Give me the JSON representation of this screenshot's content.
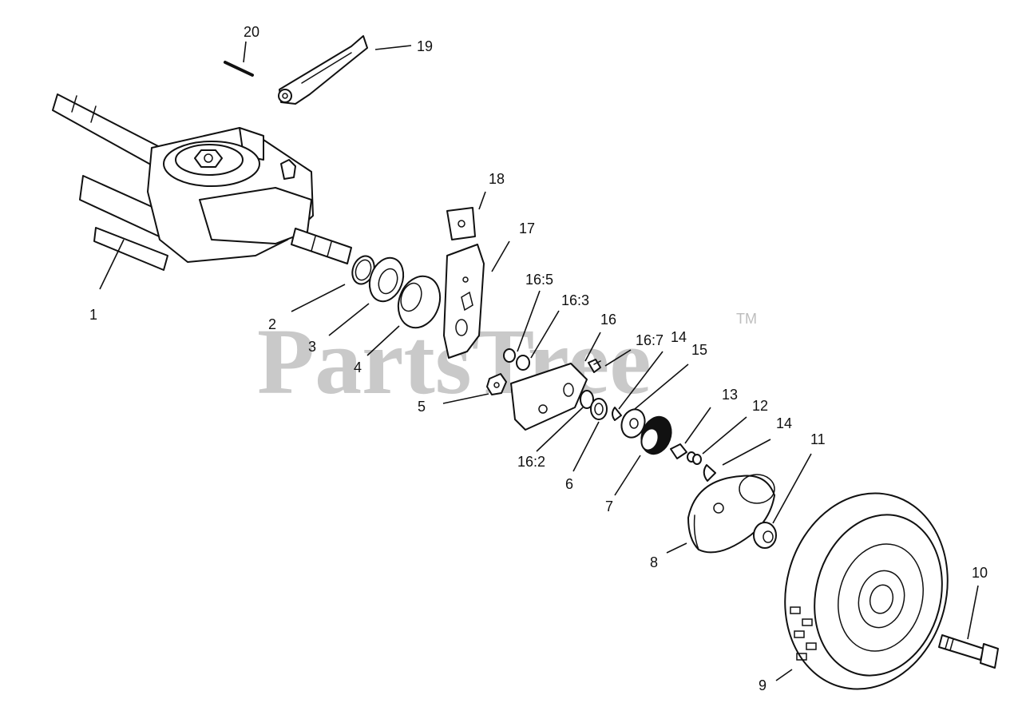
{
  "watermark": {
    "text": "PartsTree",
    "mark": "TM"
  },
  "callouts": {
    "c1": "1",
    "c2": "2",
    "c3": "3",
    "c4": "4",
    "c5": "5",
    "c6": "6",
    "c7": "7",
    "c8": "8",
    "c9": "9",
    "c10": "10",
    "c11": "11",
    "c12": "12",
    "c13": "13",
    "c14a": "14",
    "c14b": "14",
    "c15": "15",
    "c16": "16",
    "c16_2": "16:2",
    "c16_3": "16:3",
    "c16_5": "16:5",
    "c16_7": "16:7",
    "c17": "17",
    "c18": "18",
    "c19": "19",
    "c20": "20"
  },
  "colors": {
    "line": "#111111",
    "watermark": "#b7b7b7",
    "background": "#ffffff"
  }
}
